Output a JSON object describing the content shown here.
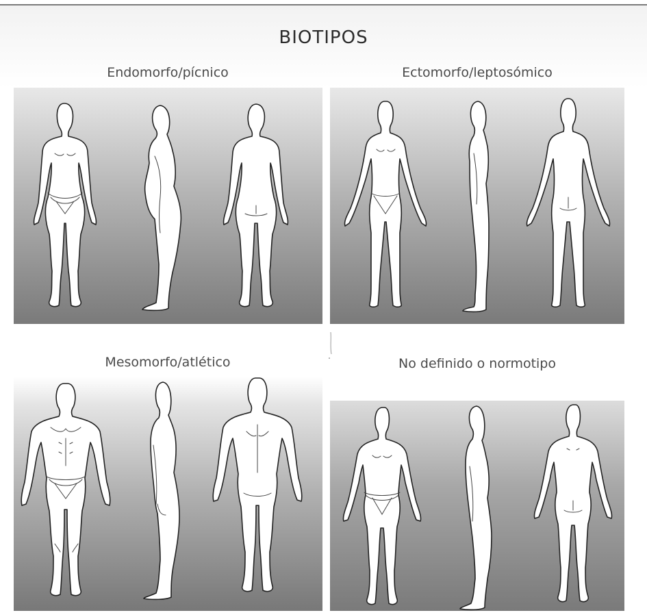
{
  "page": {
    "title": "BIOTIPOS"
  },
  "panels": [
    {
      "id": "endomorfo",
      "caption": "Endomorfo/pícnico"
    },
    {
      "id": "ectomorfo",
      "caption": "Ectomorfo/leptosómico"
    },
    {
      "id": "mesomorfo",
      "caption": "Mesomorfo/atlético"
    },
    {
      "id": "normotipo",
      "caption": "No definido o normotipo"
    }
  ],
  "colors": {
    "ink": "#222222",
    "panel_dark": "#7d7d7d",
    "panel_light": "#e6e6e6",
    "figure_fill": "#ffffff"
  }
}
